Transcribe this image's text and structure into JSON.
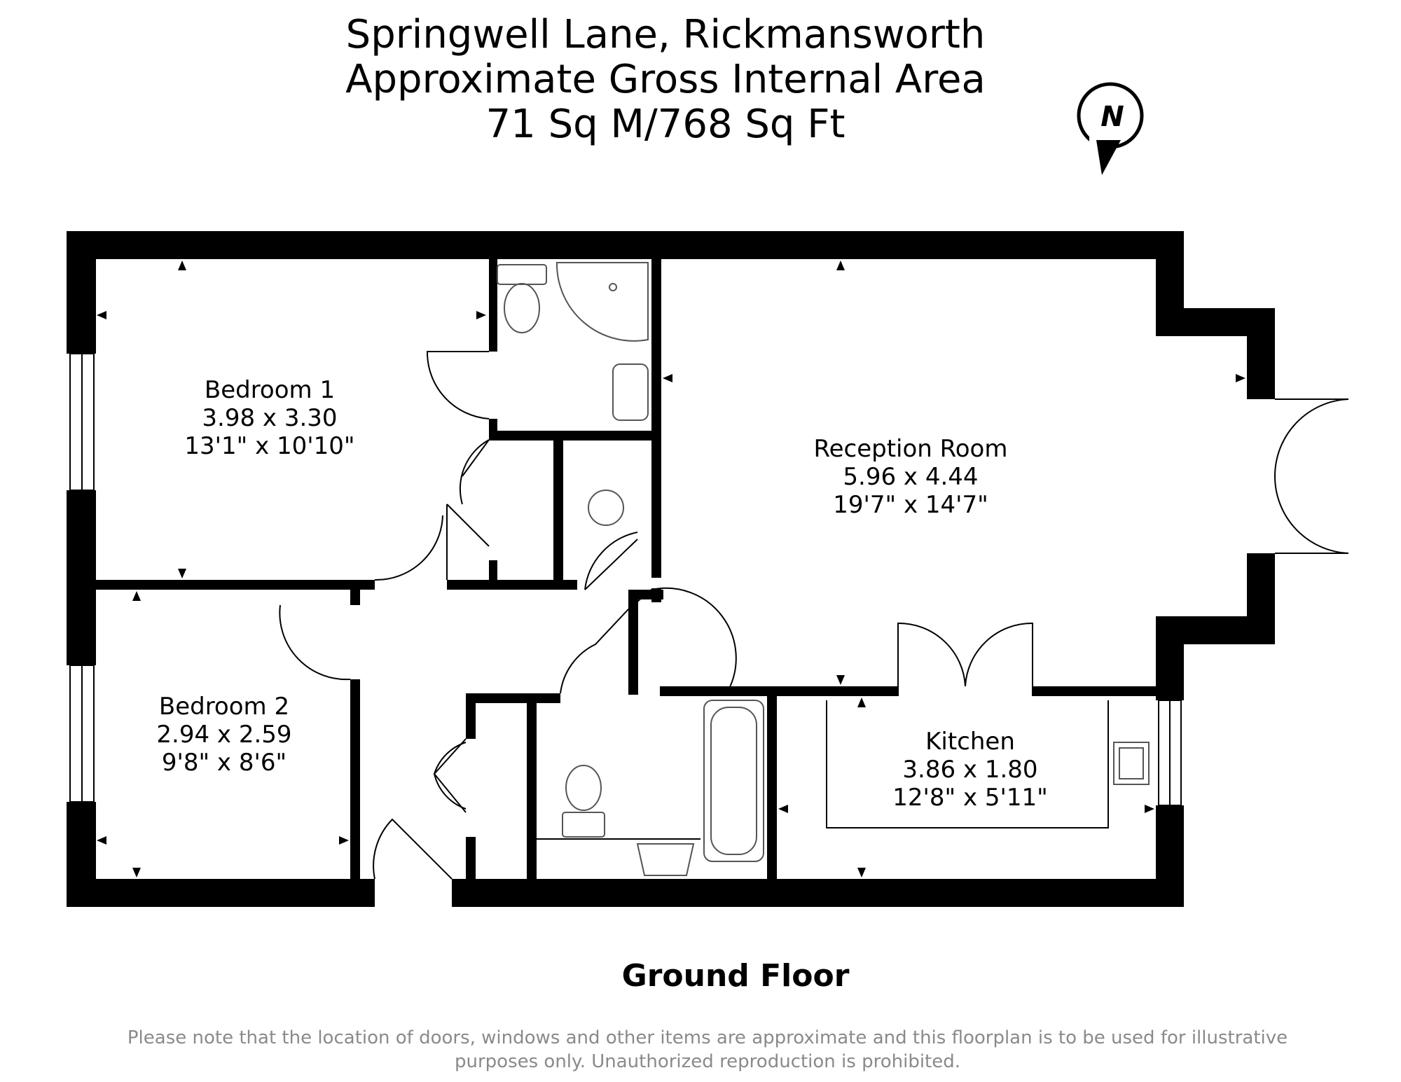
{
  "header": {
    "address": "Springwell Lane, Rickmansworth",
    "area_label": "Approximate Gross Internal Area",
    "area_value": "71 Sq M/768 Sq Ft"
  },
  "compass": {
    "letter": "N"
  },
  "rooms": {
    "bedroom1": {
      "name": "Bedroom 1",
      "metric": "3.98 x 3.30",
      "imperial": "13'1\" x 10'10\""
    },
    "bedroom2": {
      "name": "Bedroom 2",
      "metric": "2.94 x 2.59",
      "imperial": "9'8\" x 8'6\""
    },
    "reception": {
      "name": "Reception Room",
      "metric": "5.96 x 4.44",
      "imperial": "19'7\" x 14'7\""
    },
    "kitchen": {
      "name": "Kitchen",
      "metric": "3.86 x 1.80",
      "imperial": "12'8\" x 5'11\""
    }
  },
  "floor_name": "Ground Floor",
  "disclaimer": {
    "line1": "Please note that the location of doors, windows and other items are approximate and this floorplan is to be used for illustrative",
    "line2": "purposes only. Unauthorized reproduction is prohibited."
  },
  "colors": {
    "wall": "#000000",
    "fixture": "#555555",
    "disclaimer": "#8a8a8a"
  }
}
